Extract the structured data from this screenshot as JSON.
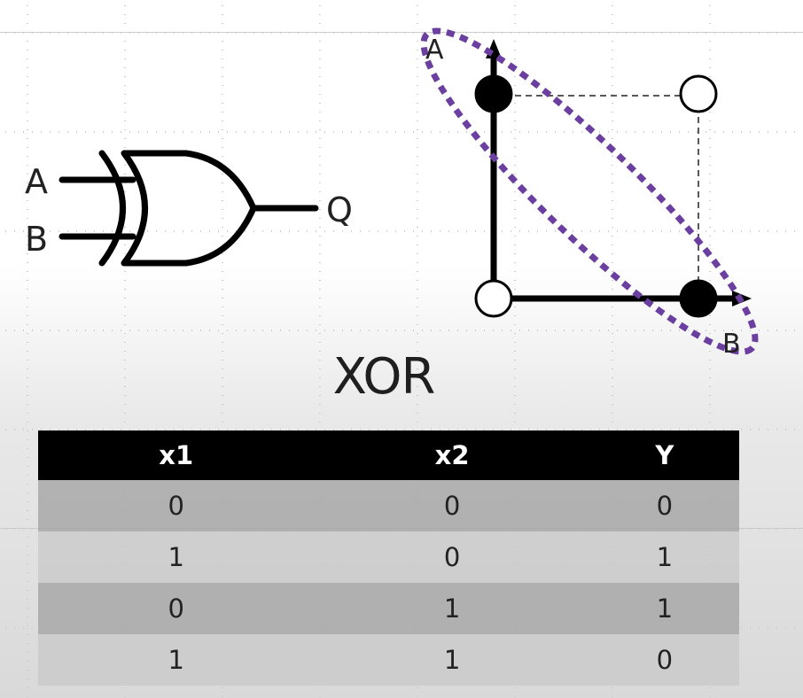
{
  "gate": {
    "input_a": "A",
    "input_b": "B",
    "output": "Q"
  },
  "plot": {
    "axis_a": "A",
    "axis_b": "B",
    "points": [
      {
        "a": 0,
        "b": 0,
        "filled": false
      },
      {
        "a": 1,
        "b": 0,
        "filled": true
      },
      {
        "a": 0,
        "b": 1,
        "filled": true
      },
      {
        "a": 1,
        "b": 1,
        "filled": false
      }
    ],
    "highlight_color": "#6b3fa0"
  },
  "title": "XOR",
  "table": {
    "headers": [
      "x1",
      "x2",
      "Y"
    ],
    "rows": [
      [
        "0",
        "0",
        "0"
      ],
      [
        "1",
        "0",
        "1"
      ],
      [
        "0",
        "1",
        "1"
      ],
      [
        "1",
        "1",
        "0"
      ]
    ]
  }
}
